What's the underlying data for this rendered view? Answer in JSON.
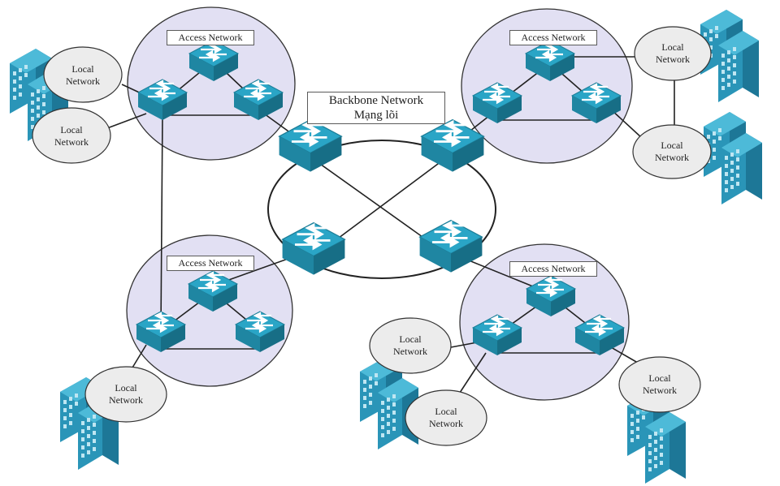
{
  "backbone": {
    "title_line1": "Backbone Network",
    "title_line2": "Mạng lõi"
  },
  "access_networks": [
    {
      "label": "Access Network"
    },
    {
      "label": "Access Network"
    },
    {
      "label": "Access Network"
    },
    {
      "label": "Access Network"
    }
  ],
  "local_networks": [
    {
      "line1": "Local",
      "line2": "Network"
    },
    {
      "line1": "Local",
      "line2": "Network"
    },
    {
      "line1": "Local",
      "line2": "Network"
    },
    {
      "line1": "Local",
      "line2": "Network"
    },
    {
      "line1": "Local",
      "line2": "Network"
    },
    {
      "line1": "Local",
      "line2": "Network"
    },
    {
      "line1": "Local",
      "line2": "Network"
    },
    {
      "line1": "Local",
      "line2": "Network"
    }
  ],
  "colors": {
    "switch_top": "#29a3c4",
    "switch_side": "#1a7f99",
    "building": "#2a95b8",
    "access_fill": "#e2e0f3",
    "cloud_fill": "#ececec"
  },
  "icons": [
    "network-switch-icon",
    "building-icon"
  ]
}
